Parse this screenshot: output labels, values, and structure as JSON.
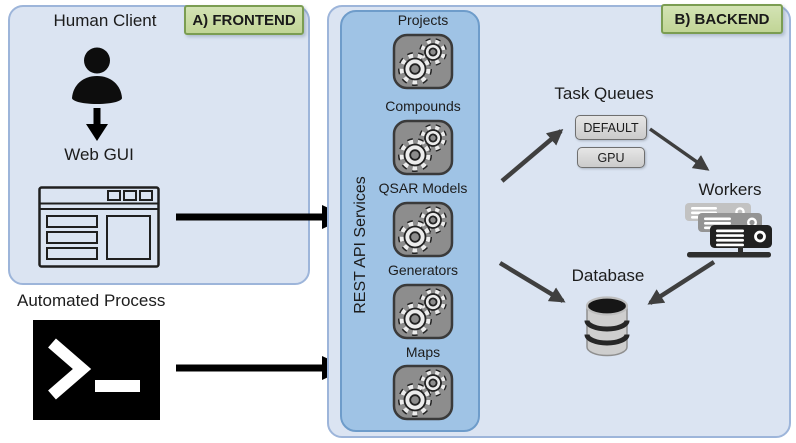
{
  "frontend": {
    "label": "A) FRONTEND",
    "human_client_label": "Human Client",
    "web_gui_label": "Web GUI",
    "automated_process_label": "Automated Process"
  },
  "backend": {
    "label": "B) BACKEND",
    "rest_api_label": "REST API Services",
    "services": [
      "Projects",
      "Compounds",
      "QSAR Models",
      "Generators",
      "Maps"
    ],
    "task_queues": {
      "title": "Task Queues",
      "queues": [
        "DEFAULT",
        "GPU"
      ]
    },
    "workers_label": "Workers",
    "database_label": "Database"
  },
  "icons": {
    "human_client": "person-icon",
    "web_gui": "browser-window-icon",
    "automated_process": "terminal-icon",
    "services": "gears-icon",
    "workers": "server-stack-icon",
    "database": "database-cylinder-icon"
  },
  "colors": {
    "panel_fill": "#dbe4f2",
    "panel_border": "#9db5da",
    "rest_panel_fill": "#9fc3e5",
    "rest_panel_border": "#6e9cca",
    "green_label_fill": "#c9dda4",
    "green_label_border": "#7b9d52",
    "queue_box_fill": "#d8d8d8",
    "queue_box_border": "#6f6f6f",
    "arrow_black": "#000000",
    "arrow_gray": "#3f3f3f"
  }
}
